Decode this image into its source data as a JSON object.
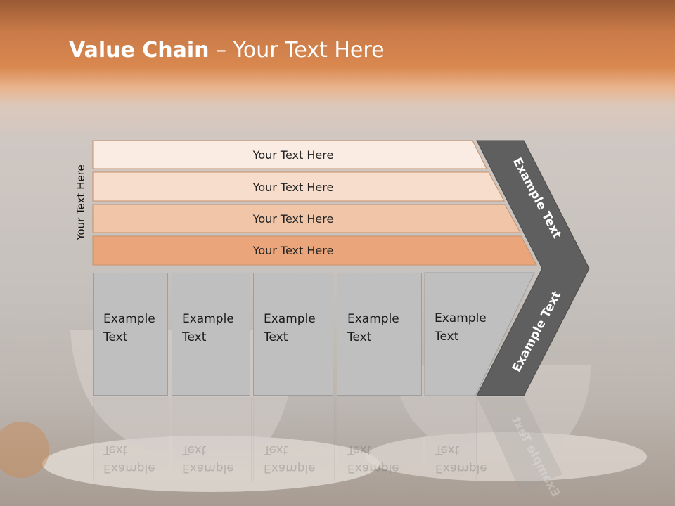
{
  "slide": {
    "title_bold": "Value Chain",
    "title_rest": " – Your Text Here",
    "side_label": "Your Text Here",
    "bands": [
      {
        "label": "Your Text Here",
        "color": "#fbece3"
      },
      {
        "label": "Your Text Here",
        "color": "#f7ddcb"
      },
      {
        "label": "Your Text Here",
        "color": "#f1c6a8"
      },
      {
        "label": "Your Text Here",
        "color": "#eaa67a"
      }
    ],
    "boxes": [
      {
        "label": "Example\nText"
      },
      {
        "label": "Example\nText"
      },
      {
        "label": "Example\nText"
      },
      {
        "label": "Example\nText"
      },
      {
        "label": "Example\nText"
      }
    ],
    "chevron": {
      "upper_label": "Example Text",
      "lower_label": "Example Text",
      "color": "#5f5f5f"
    }
  }
}
